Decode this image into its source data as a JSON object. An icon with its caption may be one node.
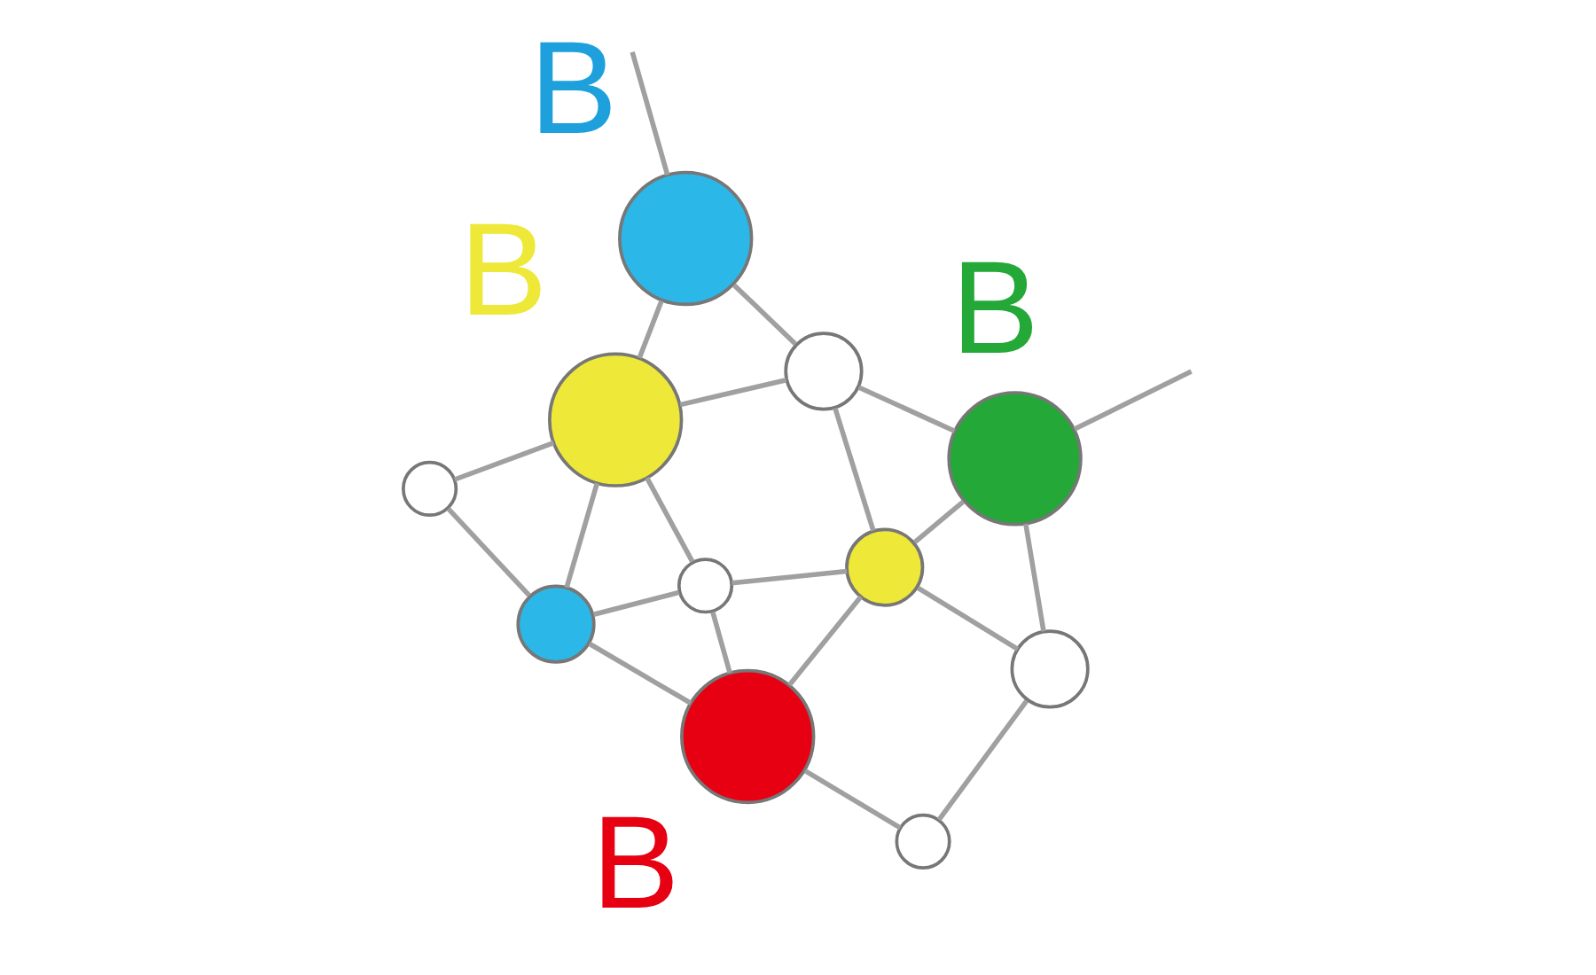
{
  "diagram": {
    "nodes": [
      {
        "text": [],
        "shape": "circle",
        "beside": [
          "B"
        ]
      },
      {
        "text": [],
        "shape": "circle",
        "beside": [
          "B"
        ]
      },
      {
        "text": [],
        "shape": "circle"
      },
      {
        "text": [],
        "shape": "circle"
      },
      {
        "text": [],
        "shape": "circle"
      },
      {
        "text": [],
        "shape": "circle"
      },
      {
        "text": [],
        "shape": "circle",
        "beside": [
          "B"
        ]
      },
      {
        "text": [],
        "shape": "circle"
      },
      {
        "text": [],
        "shape": "circle",
        "beside": [
          "B"
        ]
      },
      {
        "text": [],
        "shape": "circle"
      },
      {
        "text": [],
        "shape": "circle"
      }
    ],
    "edges": [
      {
        "from": 0,
        "to": 1,
        "arrow": "none"
      },
      {
        "from": 1,
        "to": 2,
        "arrow": "none"
      },
      {
        "from": 0,
        "to": 4,
        "arrow": "none"
      },
      {
        "from": 1,
        "to": 4,
        "arrow": "none"
      },
      {
        "from": 1,
        "to": 3,
        "arrow": "none"
      },
      {
        "from": 1,
        "to": 5,
        "arrow": "none"
      },
      {
        "from": 2,
        "to": 3,
        "arrow": "none"
      },
      {
        "from": 3,
        "to": 5,
        "arrow": "none"
      },
      {
        "from": 3,
        "to": 6,
        "arrow": "none"
      },
      {
        "from": 5,
        "to": 6,
        "arrow": "none"
      },
      {
        "from": 5,
        "to": 7,
        "arrow": "none"
      },
      {
        "from": 4,
        "to": 7,
        "arrow": "none"
      },
      {
        "from": 4,
        "to": 8,
        "arrow": "none"
      },
      {
        "from": 7,
        "to": 6,
        "arrow": "none"
      },
      {
        "from": 7,
        "to": 8,
        "arrow": "none"
      },
      {
        "from": 7,
        "to": 9,
        "arrow": "none"
      },
      {
        "from": 8,
        "to": 9,
        "arrow": "none"
      },
      {
        "from": 9,
        "to": 10,
        "arrow": "none"
      },
      {
        "from": 6,
        "to": 10,
        "arrow": "none"
      },
      {
        "from": 0,
        "to": null,
        "arrow": "none"
      },
      {
        "from": null,
        "to": 8,
        "arrow": "none"
      }
    ]
  }
}
